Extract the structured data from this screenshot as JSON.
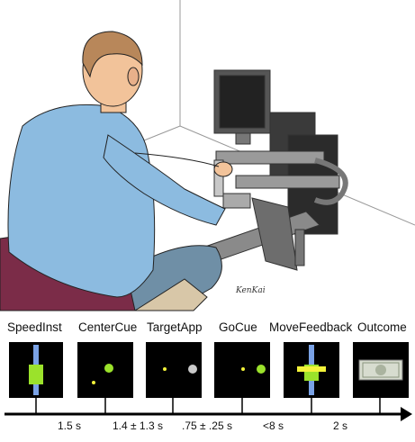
{
  "phases": [
    {
      "label": "SpeedInst"
    },
    {
      "label": "CenterCue"
    },
    {
      "label": "TargetApp"
    },
    {
      "label": "GoCue"
    },
    {
      "label": "MoveFeedback"
    },
    {
      "label": "Outcome"
    }
  ],
  "durations": [
    {
      "label": "1.5 s"
    },
    {
      "label": "1.4 ± 1.3 s"
    },
    {
      "label": ".75 ± .25 s"
    },
    {
      "label": "<8 s"
    },
    {
      "label": "2 s"
    }
  ],
  "signature": "KenKai",
  "colors": {
    "skin": "#f2c39a",
    "hair": "#b8875a",
    "shirt": "#8cbbe0",
    "jeans": "#6f8fa6",
    "chair": "#7b2c48",
    "robot": "#8c8c8c",
    "screen": "#000000",
    "cue_green": "#9be22b",
    "cue_yellow": "#f3f33a",
    "bar_blue": "#7aa2e6",
    "target_gray": "#c9c9c9"
  }
}
